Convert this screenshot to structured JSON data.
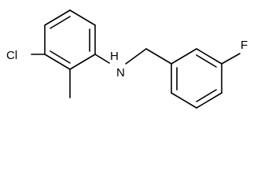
{
  "molecule": {
    "atoms": {
      "cl": "Cl",
      "nh": "H",
      "n": "N",
      "f": "F"
    },
    "colors": {
      "bond": "#000000",
      "label": "#000000",
      "background": "#ffffff"
    }
  }
}
